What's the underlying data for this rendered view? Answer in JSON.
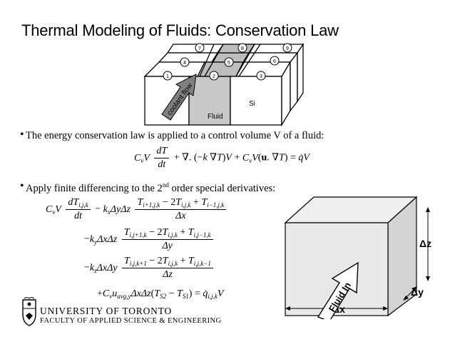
{
  "title": "Thermal Modeling of Fluids: Conservation Law",
  "cube_figure": {
    "cell_numbers": [
      "1",
      "2",
      "3",
      "4",
      "5",
      "6",
      "7",
      "8",
      "9"
    ],
    "arrow_label": "coolant flow",
    "fluid_label": "Fluid",
    "si_label": "Si"
  },
  "bullet1": {
    "text_pre": "The energy conservation law is applied to a control volume V of a fluid:"
  },
  "bullet2": {
    "text_pre": "Apply finite differencing to the 2",
    "text_sup": "nd",
    "text_post": " order special derivatives:"
  },
  "box_figure": {
    "arrow_label": "Fluid In",
    "dz": "Δz",
    "dy": "Δy",
    "dx": "Δx"
  },
  "logo": {
    "line1": "UNIVERSITY OF TORONTO",
    "line2": "FACULTY OF APPLIED SCIENCE & ENGINEERING"
  }
}
